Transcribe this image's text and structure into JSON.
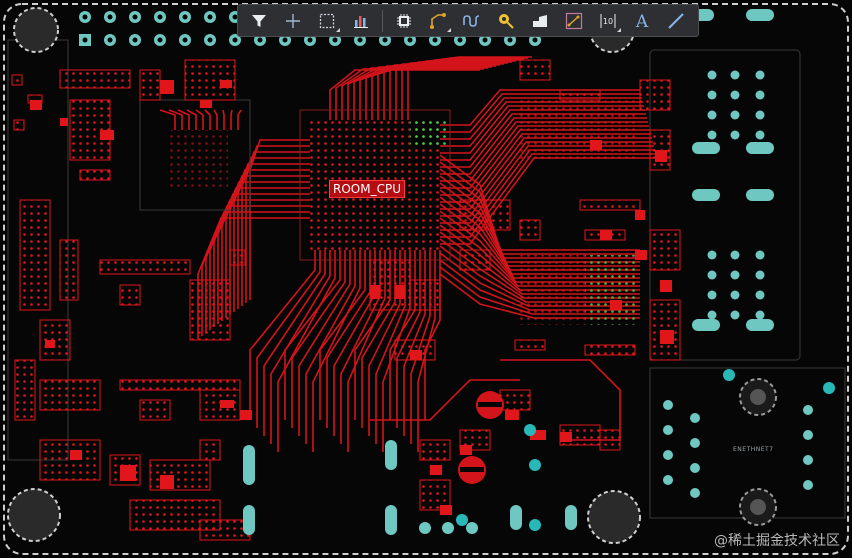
{
  "board": {
    "component_label": "ROOM_CPU",
    "connector_label": "ENETHNET7",
    "watermark": "@稀土掘金技术社区",
    "colors": {
      "board": "#050505",
      "copper_top": "#e0161b",
      "via": "#28b8b8",
      "green_net": "#39d44a",
      "outline": "#c8c8c8"
    }
  },
  "toolbar": {
    "tools": [
      {
        "id": "filter",
        "icon": "filter-icon",
        "tooltip": ""
      },
      {
        "id": "cross",
        "icon": "crosshair-icon",
        "tooltip": ""
      },
      {
        "id": "select",
        "icon": "select-rectangle-icon",
        "tooltip": ""
      },
      {
        "id": "chart",
        "icon": "bar-chart-icon",
        "tooltip": ""
      },
      {
        "id": "component",
        "icon": "chip-icon",
        "tooltip": ""
      },
      {
        "id": "route",
        "icon": "route-icon",
        "tooltip": ""
      },
      {
        "id": "tune",
        "icon": "length-tune-icon",
        "tooltip": ""
      },
      {
        "id": "pin",
        "icon": "pin-icon",
        "tooltip": ""
      },
      {
        "id": "polygon",
        "icon": "polygon-icon",
        "tooltip": ""
      },
      {
        "id": "diff",
        "icon": "diff-pair-icon",
        "tooltip": ""
      },
      {
        "id": "dimension",
        "icon": "dimension-icon",
        "tooltip": ""
      },
      {
        "id": "text",
        "icon": "text-icon",
        "tooltip": ""
      },
      {
        "id": "line",
        "icon": "line-icon",
        "tooltip": ""
      }
    ],
    "text_tool_glyph": "A",
    "dimension_glyph": "10"
  }
}
